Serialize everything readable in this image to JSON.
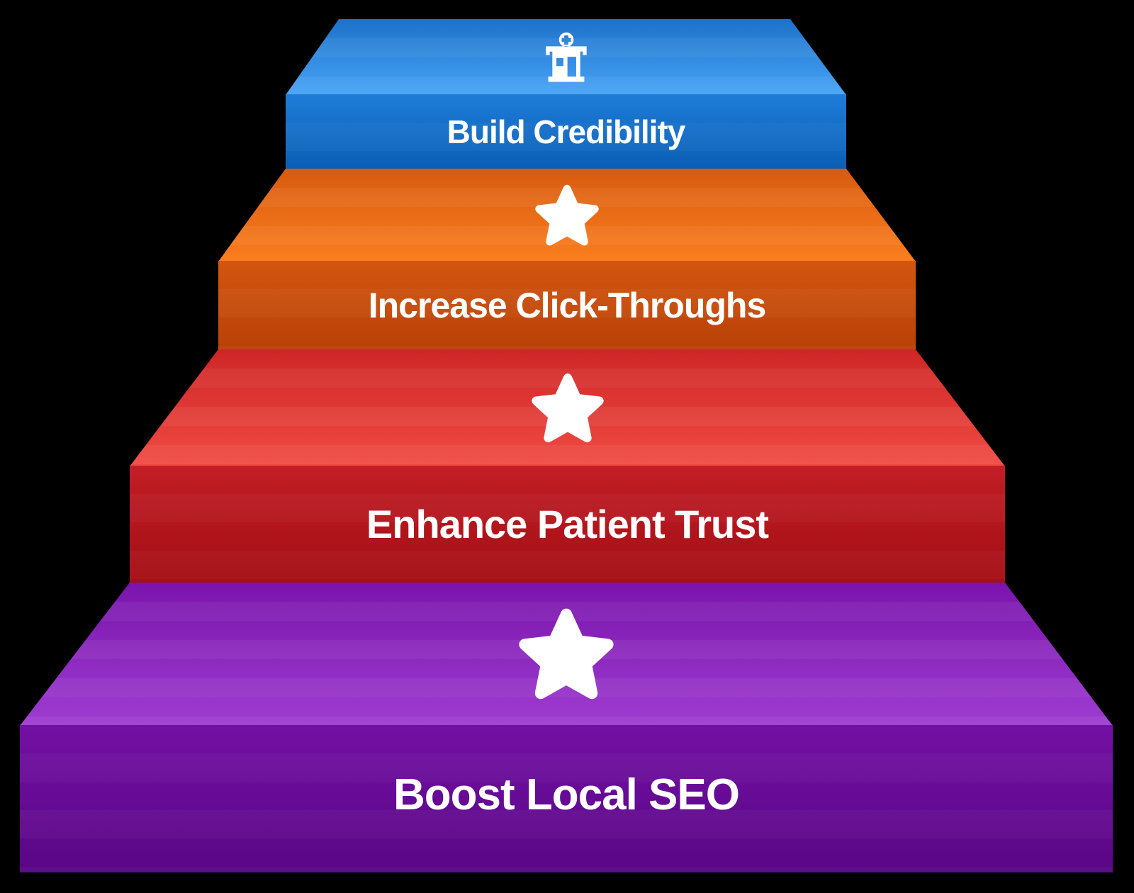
{
  "diagram": {
    "background_color": "#000000",
    "text_color": "#ffffff",
    "icon_color": "#ffffff",
    "steps": [
      {
        "label": "Build Credibility",
        "icon": "hospital-icon",
        "colors": {
          "top1": "#1d72c8",
          "top2": "#47a3f7",
          "face1": "#1e7cd8",
          "face2": "#0a5fb4"
        }
      },
      {
        "label": "Increase Click-Throughs",
        "icon": "star-icon",
        "colors": {
          "top1": "#d85a0f",
          "top2": "#fb7e1e",
          "face1": "#d2560e",
          "face2": "#b94108"
        }
      },
      {
        "label": "Enhance Patient Trust",
        "icon": "star-icon",
        "colors": {
          "top1": "#ce2626",
          "top2": "#f14b43",
          "face1": "#c31e26",
          "face2": "#a30e14"
        }
      },
      {
        "label": "Boost Local SEO",
        "icon": "star-icon",
        "colors": {
          "top1": "#7a14ac",
          "top2": "#9e3cd0",
          "face1": "#7310a4",
          "face2": "#590685"
        }
      }
    ]
  }
}
